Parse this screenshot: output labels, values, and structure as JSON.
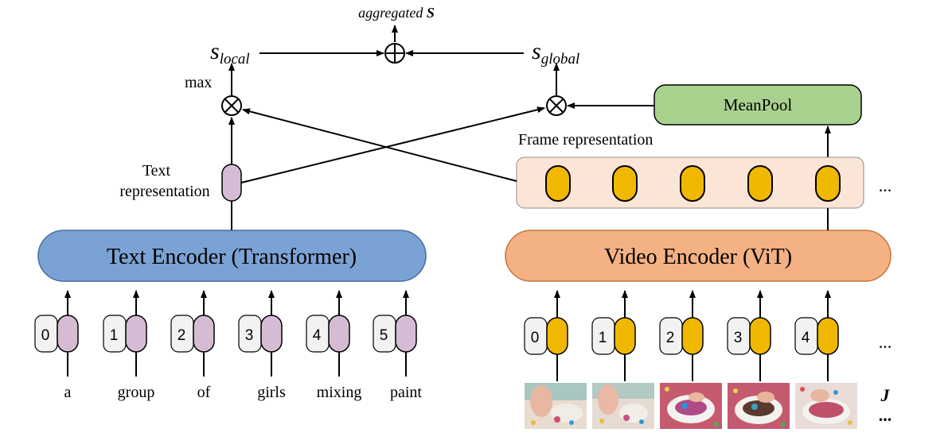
{
  "top": {
    "aggregated_prefix": "aggregated",
    "aggregated_var": "S",
    "s_local_main": "s",
    "s_local_sub": "local",
    "s_global_main": "s",
    "s_global_sub": "global",
    "max_label": "max"
  },
  "meanpool": {
    "label": "MeanPool"
  },
  "frame_representation": {
    "label": "Frame representation",
    "ellipsis": "..."
  },
  "text_representation": {
    "line1": "Text",
    "line2": "representation"
  },
  "text_encoder": {
    "label": "Text Encoder (Transformer)"
  },
  "video_encoder": {
    "label": "Video Encoder (ViT)"
  },
  "text_tokens": [
    {
      "index": "0",
      "word": "a"
    },
    {
      "index": "1",
      "word": "group"
    },
    {
      "index": "2",
      "word": "of"
    },
    {
      "index": "3",
      "word": "girls"
    },
    {
      "index": "4",
      "word": "mixing"
    },
    {
      "index": "5",
      "word": "paint"
    }
  ],
  "video_tokens": [
    {
      "index": "0"
    },
    {
      "index": "1"
    },
    {
      "index": "2"
    },
    {
      "index": "3"
    },
    {
      "index": "4"
    }
  ],
  "video_tokens_ellipsis": "...",
  "frames": {
    "count_label": "J",
    "ellipsis": "..."
  },
  "colors": {
    "text_token": "#d5bcd4",
    "video_token": "#f0b800",
    "text_encoder": "#7ba2d4",
    "video_encoder": "#f4b183",
    "meanpool": "#a9d18e",
    "frame_panel": "#fbe5d6",
    "index_box": "#f2f2f2"
  }
}
